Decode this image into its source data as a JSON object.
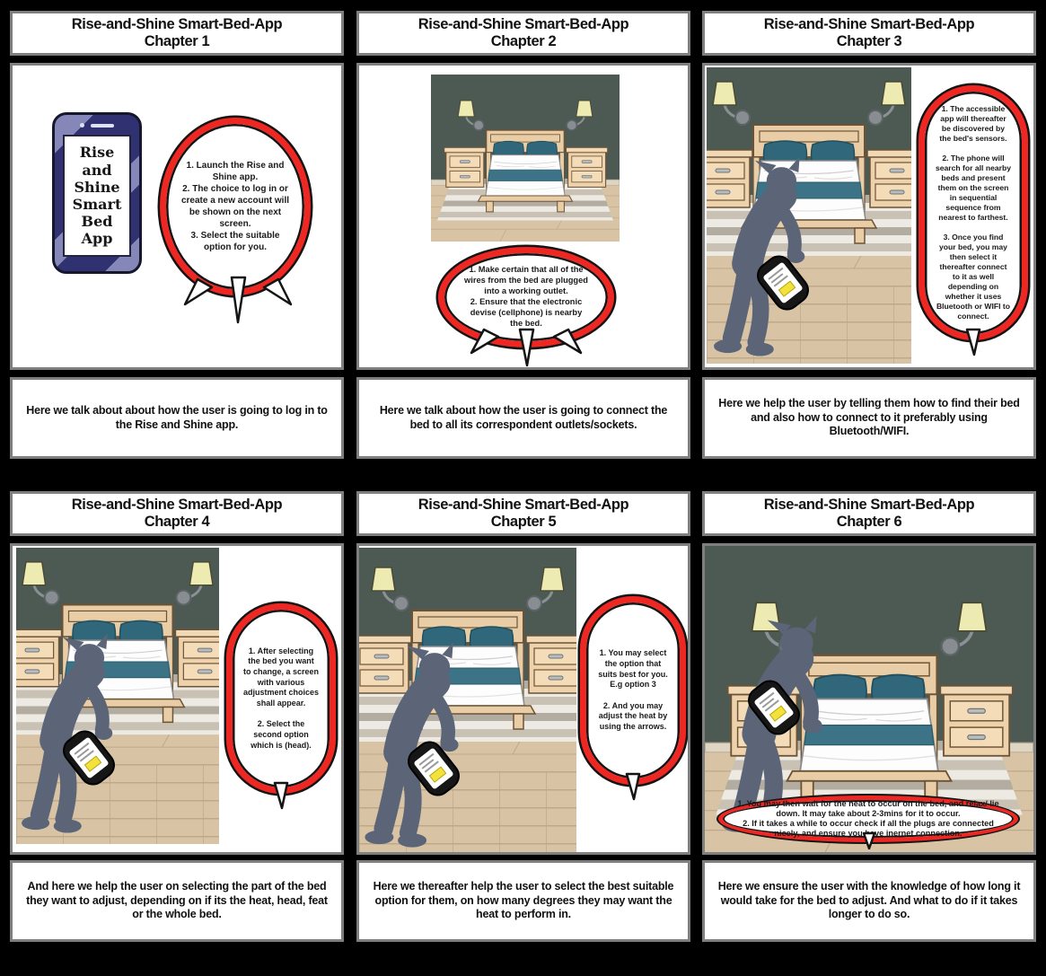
{
  "storyboard": {
    "app_title": "Rise-and-Shine Smart-Bed-App",
    "colors": {
      "background": "#000000",
      "frame_border_gray": "#7f7f7f",
      "bubble_red": "#ee2722",
      "wall_green_gray": "#4d5a54",
      "floor_tan": "#d8c4a5",
      "wood_light": "#e9cda6",
      "bed_teal": "#33687a",
      "silhouette_slate": "#5c6577",
      "phone_navy": "#2f3171",
      "phone_stripe_lavender": "#8487b8",
      "highlight_yellow": "#f3e13c"
    },
    "panels": [
      {
        "chapter": "Chapter 1",
        "phone_screen": "Rise\nand\nShine\nSmart\nBed\nApp",
        "bubble": "1. Launch the Rise and Shine app.\n2. The choice to log in or create a new account will be shown on the next screen.\n3. Select the suitable option for you.",
        "caption": "Here we talk about about how the user is going to log in to the Rise and Shine app."
      },
      {
        "chapter": "Chapter 2",
        "bubble": "1. Make certain that all of the wires from the bed are plugged into a working outlet.\n2. Ensure that the electronic devise (cellphone) is nearby the bed.",
        "caption": "Here we talk about how the user is going to connect the bed to all its correspondent outlets/sockets."
      },
      {
        "chapter": "Chapter 3",
        "bubble": "1. The accessible app will thereafter be discovered by the bed's sensors.\n\n2. The phone will search for all nearby beds and present them on the screen in sequential sequence from nearest to farthest.\n\n3. Once you find your bed, you may then select it thereafter connect to it as well depending on whether it uses Bluetooth or WIFI to connect.",
        "caption": "Here we help the user by telling them how to find their bed and also how to connect to it preferably using Bluetooth/WIFI."
      },
      {
        "chapter": "Chapter 4",
        "bubble": "1. After selecting the bed you want to change, a screen with various adjustment choices shall appear.\n\n2. Select the second option which is (head).",
        "caption": "And here we help the user on selecting the part of the bed they want to adjust, depending on if its the heat, head, feat or the whole bed."
      },
      {
        "chapter": "Chapter 5",
        "bubble": "1. You may select the option that suits best for you.\nE.g option 3\n\n2. And you may adjust the heat by using the arrows.",
        "caption": "Here we thereafter help the user to select the best suitable option for them, on how many degrees they may want the heat to perform in."
      },
      {
        "chapter": "Chapter 6",
        "bubble": "1. You may then wait for the heat to occur on the bed, and relax/ lie down. It may take about 2-3mins for it to occur.\n2. If it takes a while to occur check if all the plugs are connected nicely, and ensure you have inernet connection.",
        "caption": "Here we ensure the user with the knowledge of how long it would take for the bed to adjust. And what to do if it takes longer to do so."
      }
    ]
  }
}
